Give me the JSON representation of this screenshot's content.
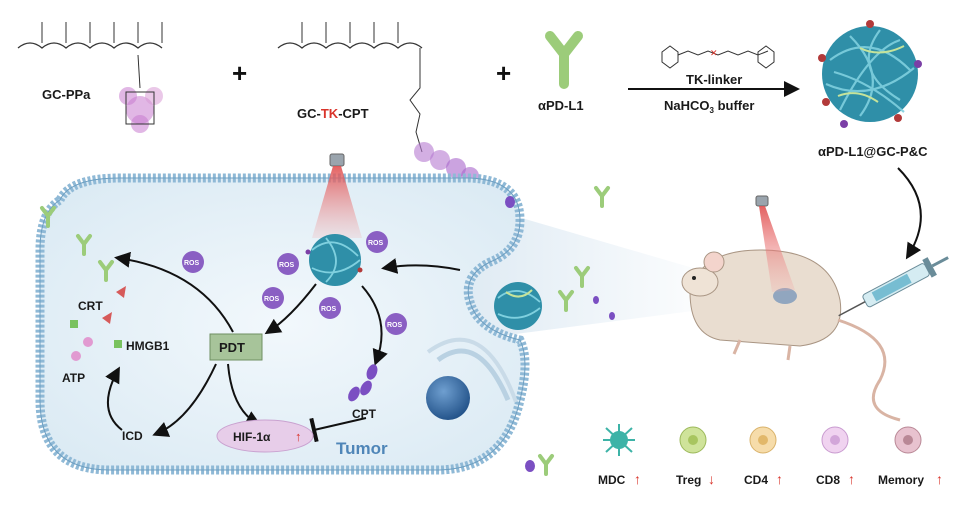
{
  "reagents": {
    "gc_ppa": "GC-PPa",
    "gc_tk_cpt": {
      "prefix": "GC-",
      "tk": "TK",
      "suffix": "-CPT"
    },
    "antibody": "αPD-L1",
    "plus": "+"
  },
  "reaction": {
    "linker": "TK-linker",
    "buffer_prefix": "NaHCO",
    "buffer_sub": "3",
    "buffer_suffix": " buffer"
  },
  "product": "αPD-L1@GC-P&C",
  "cell": {
    "tumor_label": "Tumor",
    "pdt": "PDT",
    "cpt": "CPT",
    "hif": "HIF-1α",
    "icd": "ICD",
    "crt": "CRT",
    "hmgb1": "HMGB1",
    "atp": "ATP",
    "ros": "ROS"
  },
  "immune": [
    {
      "label": "MDC",
      "arrow": "↑"
    },
    {
      "label": "Treg",
      "arrow": "↓"
    },
    {
      "label": "CD4",
      "arrow": "↑"
    },
    {
      "label": "CD8",
      "arrow": "↑"
    },
    {
      "label": "Memory",
      "arrow": "↑"
    }
  ],
  "colors": {
    "accent_red": "#d9342b",
    "tumor_text": "#4f86b8",
    "membrane": "#8fb9d6",
    "cytoplasm": "#e8f2f8",
    "pdt_box": "#a7c49a",
    "hif_fill": "#e7cde9",
    "nucleus": "#3a6fa5"
  },
  "icons": {
    "antibody": "antibody-y-icon",
    "mouse": "mouse-icon",
    "syringe": "syringe-icon",
    "laser": "laser-beam-icon",
    "nanoparticle": "nanoparticle-icon"
  }
}
